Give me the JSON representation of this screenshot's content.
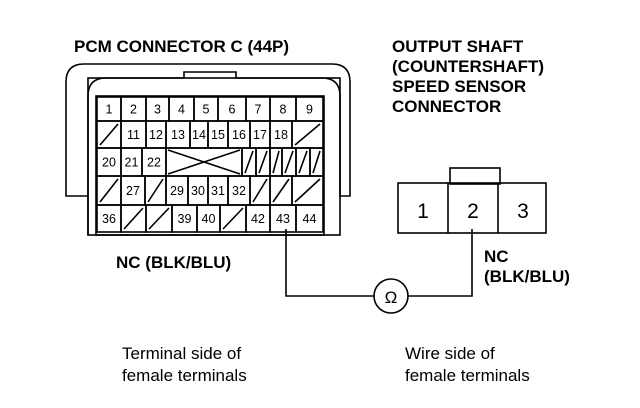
{
  "left_title": "PCM CONNECTOR C (44P)",
  "right_title": [
    "OUTPUT SHAFT",
    "(COUNTERSHAFT)",
    "SPEED SENSOR",
    "CONNECTOR"
  ],
  "pcm_rows": [
    [
      "1",
      "2",
      "3",
      "4",
      "5",
      "6",
      "7",
      "8",
      "9"
    ],
    [
      "",
      "11",
      "12",
      "13",
      "14",
      "15",
      "16",
      "17",
      "18",
      ""
    ],
    [
      "20",
      "21",
      "22",
      "",
      "",
      "",
      "",
      "",
      "",
      ""
    ],
    [
      "",
      "27",
      "",
      "29",
      "30",
      "31",
      "32",
      "",
      "",
      ""
    ],
    [
      "36",
      "",
      "",
      "39",
      "40",
      "",
      "42",
      "43",
      "44"
    ]
  ],
  "sensor_pins": [
    "1",
    "2",
    "3"
  ],
  "left_wire_label": "NC (BLK/BLU)",
  "right_wire_label": [
    "NC",
    "(BLK/BLU)"
  ],
  "meter_symbol": "Ω",
  "left_caption": [
    "Terminal side of",
    "female terminals"
  ],
  "right_caption": [
    "Wire side of",
    "female terminals"
  ]
}
